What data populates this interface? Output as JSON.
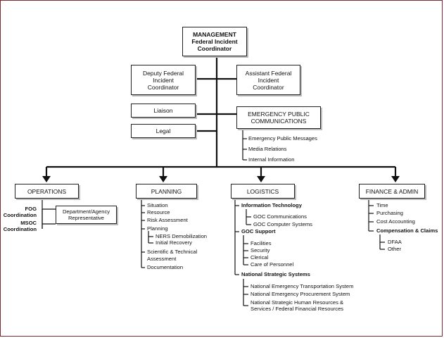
{
  "management": [
    "MANAGEMENT",
    "Federal Incident",
    "Coordinator"
  ],
  "deputy": [
    "Deputy Federal",
    "Incident",
    "Coordinator"
  ],
  "assistant": [
    "Assistant Federal",
    "Incident",
    "Coordinator"
  ],
  "liaison": "Liaison",
  "legal": "Legal",
  "epc": {
    "title": [
      "EMERGENCY PUBLIC",
      "COMMUNICATIONS"
    ],
    "items": [
      "Emergency Public Messages",
      "Media Relations",
      "Internal Information"
    ]
  },
  "operations": {
    "title": "OPERATIONS",
    "left_labels": [
      "FOG",
      "Coordination",
      "MSOC",
      "Coordination"
    ],
    "dept": [
      "Department/Agency",
      "Representative"
    ]
  },
  "planning": {
    "title": "PLANNING",
    "items": [
      "Situation",
      "Resource",
      "Risk Assessment",
      "Planning"
    ],
    "sub": [
      "NERS Demobilization",
      "Initial Recovery"
    ],
    "items2": [
      "Scientific & Technical",
      "Assessment",
      "Documentation"
    ]
  },
  "logistics": {
    "title": "LOGISTICS",
    "it": "Information Technology",
    "it_items": [
      "GOC Communications",
      "GOC Computer Systems"
    ],
    "goc": "GOC Support",
    "goc_items": [
      "Facilities",
      "Security",
      "Clerical",
      "Care of Personnel"
    ],
    "nss": "National Strategic Systems",
    "nss_items": [
      "National Emergency Transportation System",
      "National Emergency Procurement System",
      "National Strategic Human Resources &",
      "Services / Federal Financial Resources"
    ]
  },
  "finance": {
    "title": "FINANCE & ADMIN",
    "items": [
      "Time",
      "Purchasing",
      "Cost Accounting"
    ],
    "comp": "Compensation & Claims",
    "comp_items": [
      "DFAA",
      "Other"
    ]
  }
}
